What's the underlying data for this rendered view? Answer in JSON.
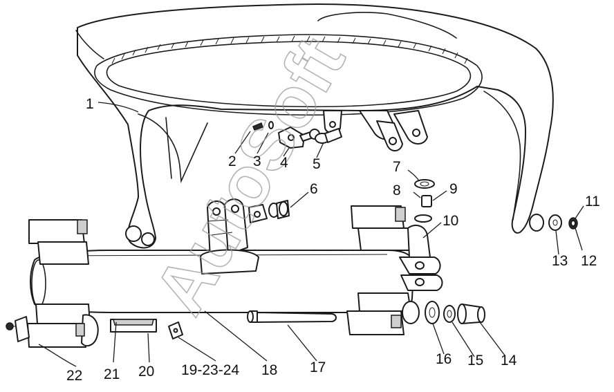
{
  "watermark": "AutoSoft",
  "labels": {
    "l1": "1",
    "l2": "2",
    "l3": "3",
    "l4": "4",
    "l5": "5",
    "l6": "6",
    "l7": "7",
    "l8": "8",
    "l9": "9",
    "l10": "10",
    "l11": "11",
    "l12": "12",
    "l13": "13",
    "l14": "14",
    "l15": "15",
    "l16": "16",
    "l17": "17",
    "l18": "18",
    "l19": "19-23-24",
    "l20": "20",
    "l21": "21",
    "l22": "22"
  }
}
